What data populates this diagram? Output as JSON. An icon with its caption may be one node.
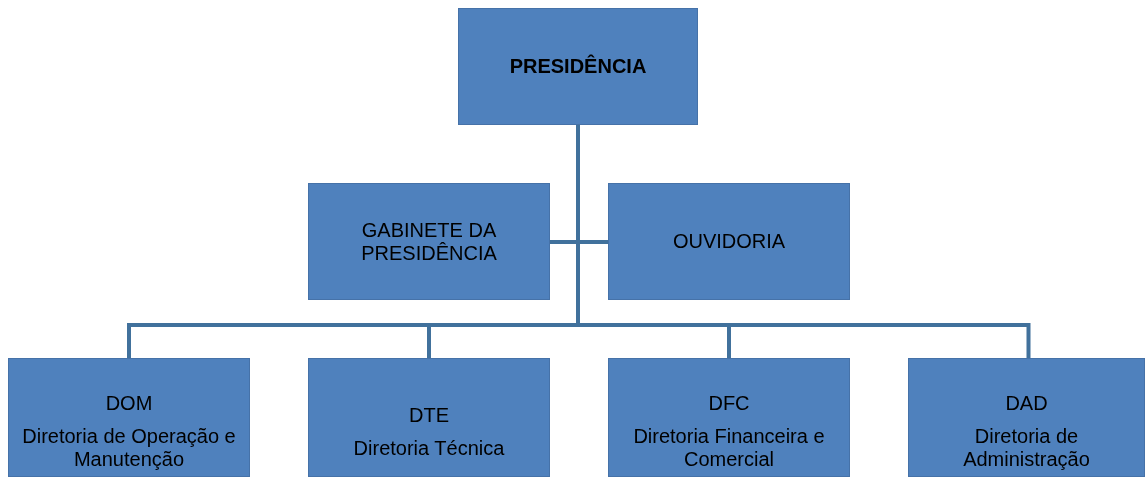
{
  "diagram": {
    "nodes": [
      {
        "text": [
          "PRESIDÊNCIA"
        ]
      },
      {
        "text": [
          "GABINETE DA PRESIDÊNCIA"
        ]
      },
      {
        "text": [
          "OUVIDORIA"
        ]
      },
      {
        "text": [
          "DOM",
          "Diretoria de Operação e Manutenção"
        ]
      },
      {
        "text": [
          "DTE",
          "Diretoria Técnica"
        ]
      },
      {
        "text": [
          "DFC",
          "Diretoria Financeira e Comercial"
        ]
      },
      {
        "text": [
          "DAD",
          "Diretoria de Administração"
        ]
      }
    ],
    "edges": [
      {
        "from": 0,
        "to": 1,
        "arrow": "none"
      },
      {
        "from": 0,
        "to": 2,
        "arrow": "none"
      },
      {
        "from": 0,
        "to": 3,
        "arrow": "none"
      },
      {
        "from": 0,
        "to": 4,
        "arrow": "none"
      },
      {
        "from": 0,
        "to": 5,
        "arrow": "none"
      },
      {
        "from": 0,
        "to": 6,
        "arrow": "none"
      }
    ]
  }
}
